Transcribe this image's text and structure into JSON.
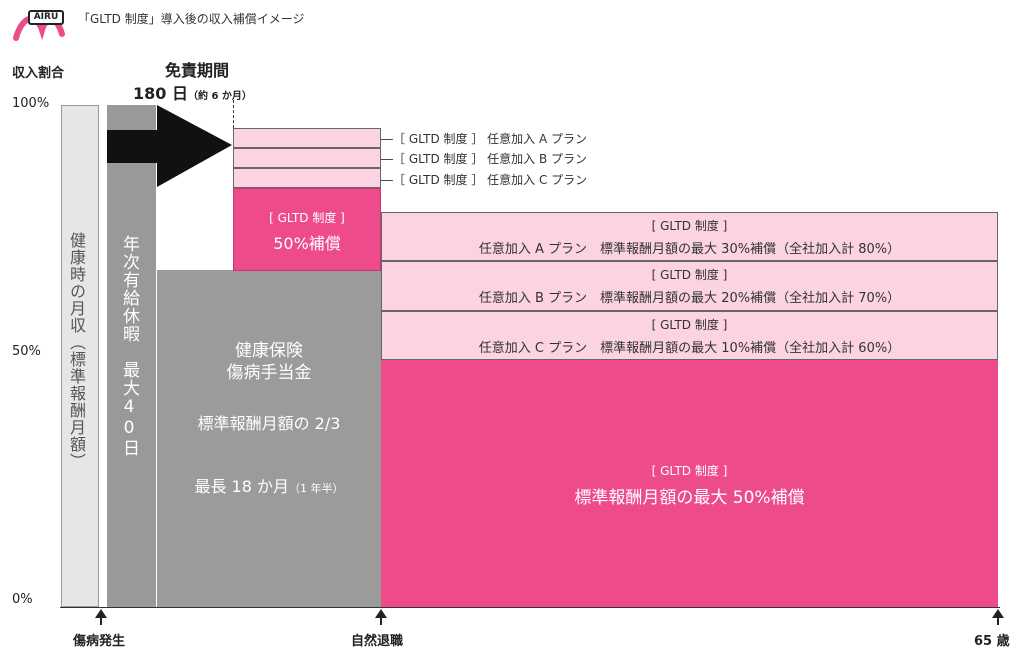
{
  "header": {
    "logo_text": "AIRU",
    "title": "「GLTD 制度」導入後の収入補償イメージ",
    "brand_color": "#ed4b8c"
  },
  "axis": {
    "ylabel": "収入割合",
    "ticks": [
      "100%",
      "50%",
      "0%"
    ]
  },
  "bars": {
    "healthy": "健康時の月収（標準報酬月額）",
    "annual_leave": "年次有給休暇　最大40日",
    "sick_line1": "健康保険",
    "sick_line2": "傷病手当金",
    "sick_line3": "標準報酬月額の 2/3",
    "sick_line4": "最長 18 か月",
    "sick_note": "（1 年半）"
  },
  "waiting_period": {
    "title": "免責期間",
    "days": "180 日",
    "note": "（約 6 か月）"
  },
  "gltd_50": {
    "tag": "[ GLTD 制度 ]",
    "label": "50%補償"
  },
  "optional_labels": [
    "―［ GLTD 制度 ］ 任意加入 A プラン",
    "―［ GLTD 制度 ］ 任意加入 B プラン",
    "―［ GLTD 制度 ］ 任意加入 C プラン"
  ],
  "bands": [
    {
      "tag": "[ GLTD 制度 ]",
      "text": "任意加入 A プラン　標準報酬月額の最大 30%補償（全社加入計 80%）"
    },
    {
      "tag": "[ GLTD 制度 ]",
      "text": "任意加入 B プラン　標準報酬月額の最大 20%補償（全社加入計 70%）"
    },
    {
      "tag": "[ GLTD 制度 ]",
      "text": "任意加入 C プラン　標準報酬月額の最大 10%補償（全社加入計 60%）"
    }
  ],
  "gltd_main": {
    "tag": "[ GLTD 制度 ]",
    "text": "標準報酬月額の最大 50%補償"
  },
  "bottom": {
    "injury": "傷病発生",
    "retirement": "自然退職",
    "age": "65 歳"
  }
}
